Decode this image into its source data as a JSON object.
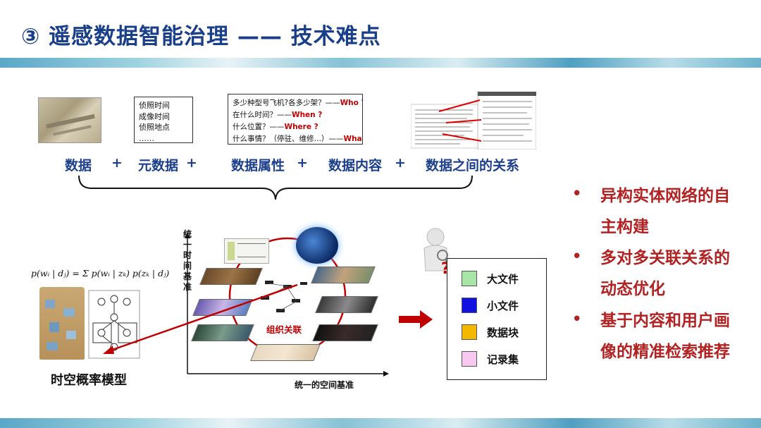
{
  "header": {
    "title": "③ 遥感数据智能治理 —— 技术难点"
  },
  "top_row": {
    "labels": [
      "数据",
      "元数据",
      "数据属性",
      "数据内容",
      "数据之间的关系"
    ],
    "plus": "+"
  },
  "metadata_box": {
    "lines": [
      "侦照时间",
      "成像时间",
      "侦照地点",
      "……"
    ]
  },
  "attribute_box": {
    "lines": [
      {
        "text": "多少种型号飞机?各多少架？——",
        "tag": "Who ?"
      },
      {
        "text": "在什么时间？——",
        "tag": "When ?"
      },
      {
        "text": "什么位置？——",
        "tag": "Where ?"
      },
      {
        "text": "什么事情？（停驻、维修…）——",
        "tag": "What ?"
      }
    ]
  },
  "bullets": [
    {
      "line1": "异构实体网络的自",
      "line2": "主构建"
    },
    {
      "line1": "多对多关联关系的",
      "line2": "动态优化"
    },
    {
      "line1": "基于内容和用户画",
      "line2": "像的精准检索推荐"
    }
  ],
  "formula": "p(wᵢ | dⱼ) = Σ p(wᵢ | zₖ) p(zₖ | dⱼ)",
  "model_caption": "时空概率模型",
  "axes": {
    "y_label": "统一时间基准",
    "x_label": "统一的空间基准"
  },
  "center_label": "组织关联",
  "legend": [
    {
      "label": "大文件",
      "color": "#a8e6a8"
    },
    {
      "label": "小文件",
      "color": "#1010e0"
    },
    {
      "label": "数据块",
      "color": "#f5b800"
    },
    {
      "label": "记录集",
      "color": "#f7c8f0"
    }
  ],
  "colors": {
    "title": "#1a3f8a",
    "accent_red": "#b22222",
    "arrow": "#c00000"
  }
}
